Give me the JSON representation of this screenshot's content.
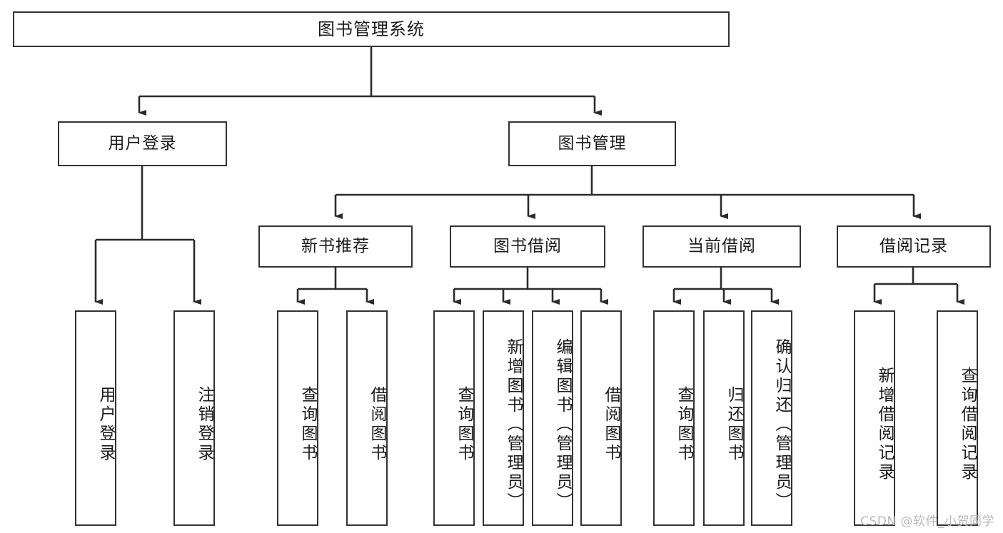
{
  "diagram": {
    "title": "图书管理系统",
    "type": "hierarchy-tree",
    "watermark": "CSDN @软件_小贺同学",
    "colors": {
      "box_border": "#333333",
      "box_fill": "#ffffff",
      "edge": "#2b2b2b",
      "text": "#1a1a1a",
      "watermark": "#b9b9b9",
      "background": "#ffffff"
    },
    "levels": {
      "root": {
        "label": "图书管理系统"
      },
      "level2": [
        {
          "id": "user-login",
          "label": "用户登录"
        },
        {
          "id": "book-management",
          "label": "图书管理"
        }
      ],
      "level3": [
        {
          "id": "new-book-recommend",
          "label": "新书推荐",
          "parent": "book-management"
        },
        {
          "id": "book-borrow",
          "label": "图书借阅",
          "parent": "book-management"
        },
        {
          "id": "current-borrow",
          "label": "当前借阅",
          "parent": "book-management"
        },
        {
          "id": "borrow-record",
          "label": "借阅记录",
          "parent": "book-management"
        }
      ],
      "leaves": [
        {
          "id": "leaf-user-login",
          "label": "用户登录",
          "parent": "user-login"
        },
        {
          "id": "leaf-logout-login",
          "label": "注销登录",
          "parent": "user-login"
        },
        {
          "id": "leaf-query-book-1",
          "label": "查询图书",
          "parent": "new-book-recommend"
        },
        {
          "id": "leaf-borrow-book-1",
          "label": "借阅图书",
          "parent": "new-book-recommend"
        },
        {
          "id": "leaf-query-book-2",
          "label": "查询图书",
          "parent": "book-borrow"
        },
        {
          "id": "leaf-add-book",
          "label": "新增图书（管理员）",
          "parent": "book-borrow"
        },
        {
          "id": "leaf-edit-book",
          "label": "编辑图书（管理员）",
          "parent": "book-borrow"
        },
        {
          "id": "leaf-borrow-book-2",
          "label": "借阅图书",
          "parent": "book-borrow"
        },
        {
          "id": "leaf-query-book-3",
          "label": "查询图书",
          "parent": "current-borrow"
        },
        {
          "id": "leaf-return-book",
          "label": "归还图书",
          "parent": "current-borrow"
        },
        {
          "id": "leaf-confirm-return",
          "label": "确认归还（管理员）",
          "parent": "current-borrow"
        },
        {
          "id": "leaf-add-record",
          "label": "新增借阅记录",
          "parent": "borrow-record"
        },
        {
          "id": "leaf-query-record",
          "label": "查询借阅记录",
          "parent": "borrow-record"
        }
      ]
    }
  }
}
